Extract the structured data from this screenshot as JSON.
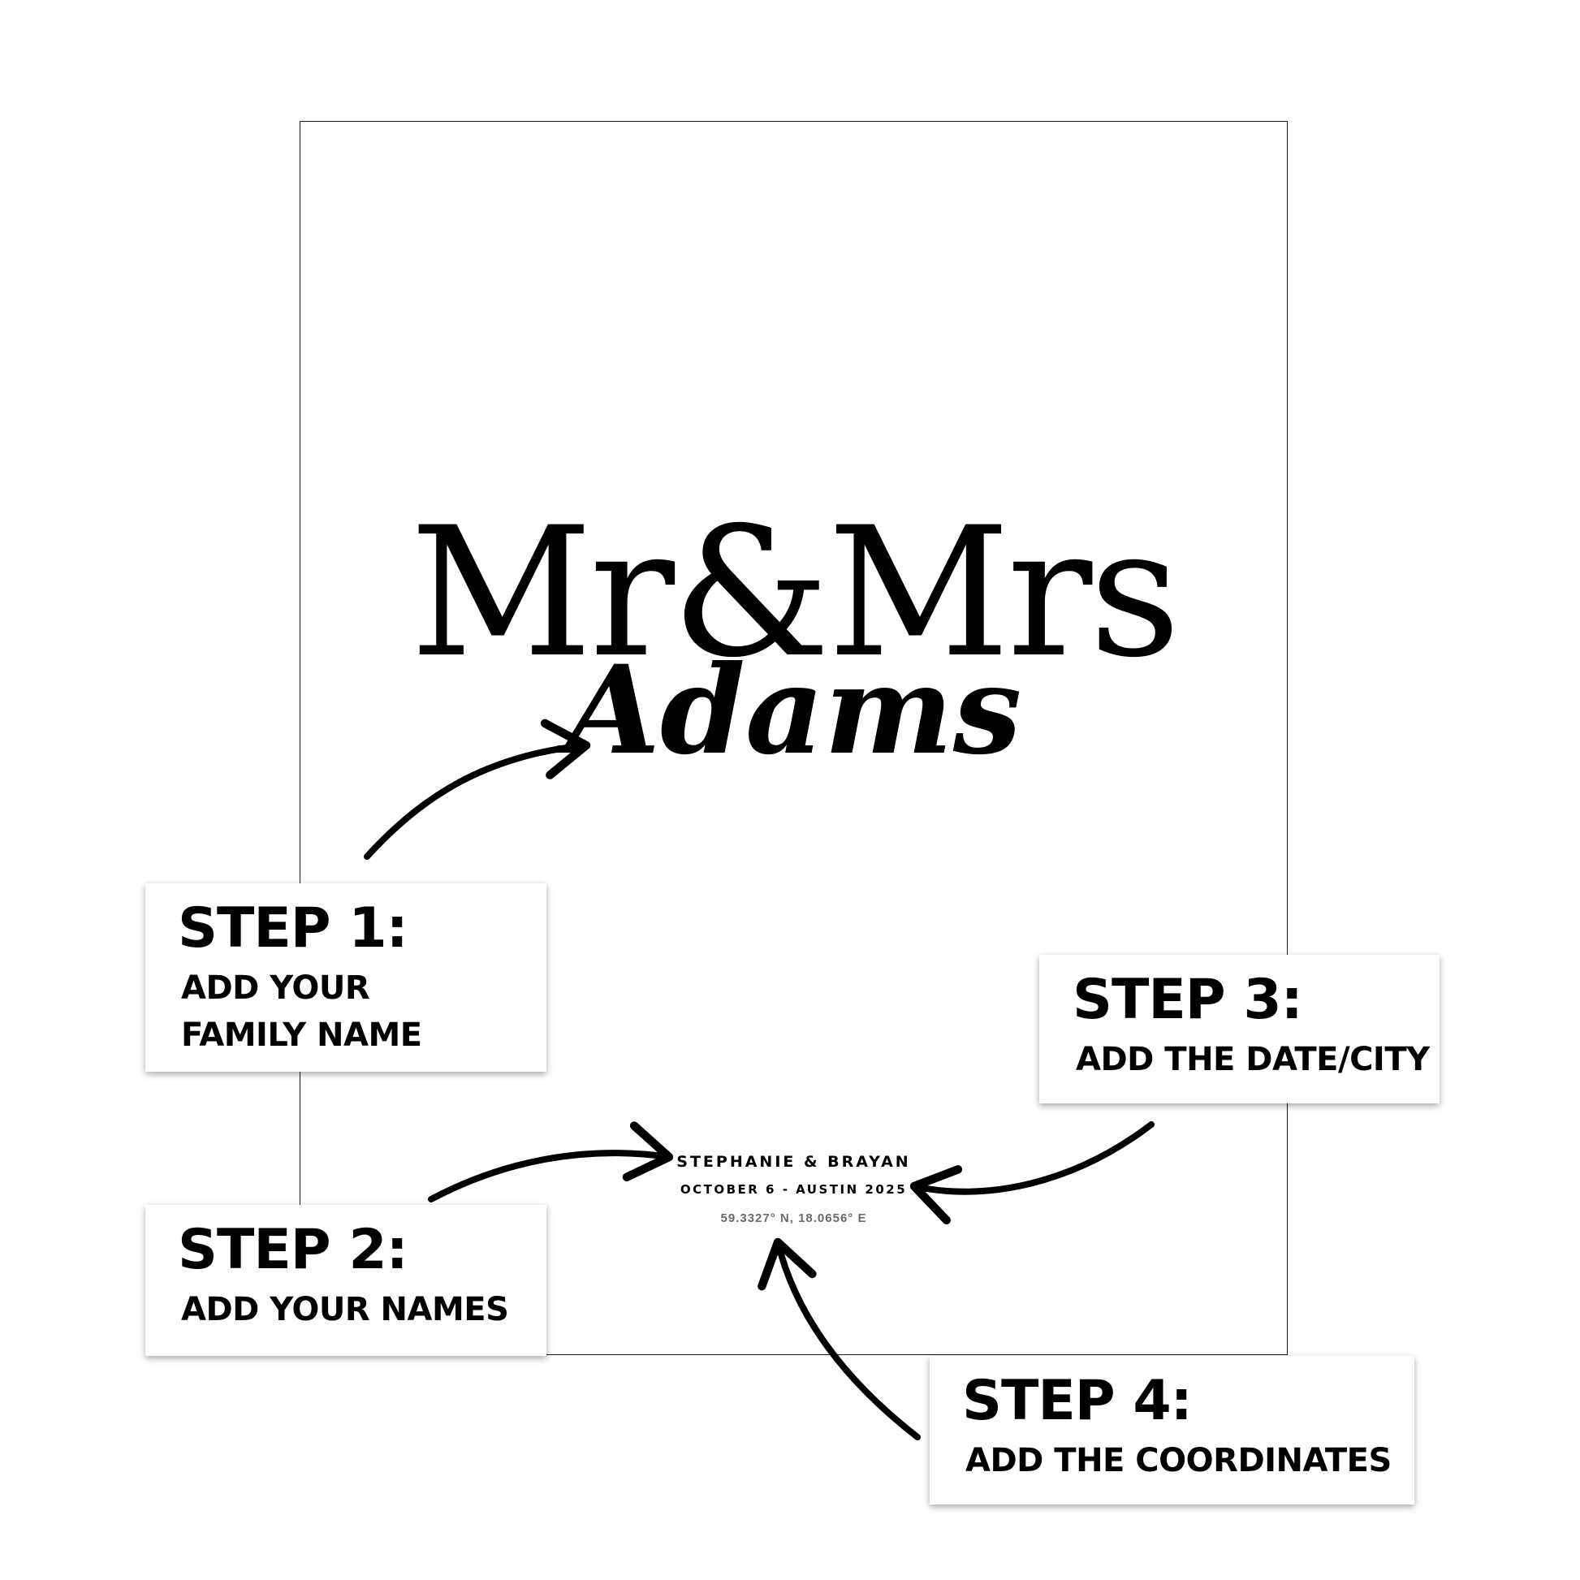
{
  "poster": {
    "title": "Mr&Mrs",
    "family_name": "Adams",
    "names": "STEPHANIE & BRAYAN",
    "date_city": "OCTOBER 6 - AUSTIN 2025",
    "coordinates": "59.3327° N, 18.0656° E"
  },
  "steps": [
    {
      "step": "STEP 1:",
      "lines": [
        "ADD YOUR",
        "FAMILY NAME"
      ]
    },
    {
      "step": "STEP 2:",
      "lines": [
        "ADD YOUR NAMES"
      ]
    },
    {
      "step": "STEP 3:",
      "lines": [
        "ADD THE DATE/CITY"
      ]
    },
    {
      "step": "STEP 4:",
      "lines": [
        "ADD THE COORDINATES"
      ]
    }
  ],
  "colors": {
    "background": "#ffffff",
    "text": "#000000",
    "coordinates_text": "#6a6a6a"
  }
}
